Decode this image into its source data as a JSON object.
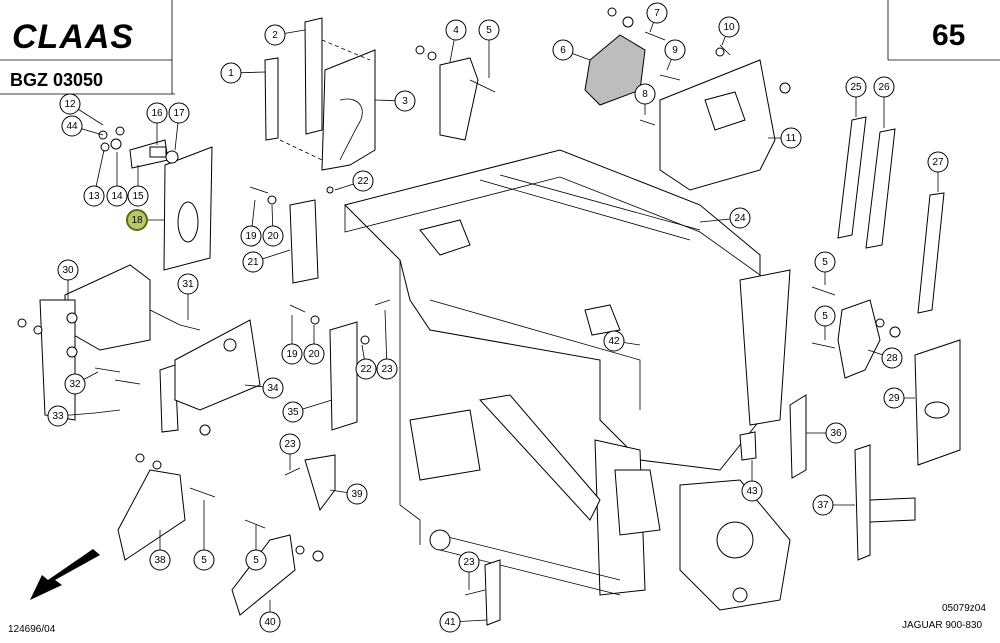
{
  "header": {
    "brand": "CLAAS",
    "group_code": "BGZ 03050",
    "page_number": "65"
  },
  "footer": {
    "left_code": "124696/04",
    "right_code": "05079z04",
    "model": "JAGUAR 900-830"
  },
  "callouts": [
    "1",
    "2",
    "3",
    "4",
    "5",
    "6",
    "7",
    "8",
    "9",
    "10",
    "11",
    "12",
    "13",
    "14",
    "15",
    "16",
    "17",
    "18",
    "19",
    "20",
    "21",
    "22",
    "23",
    "24",
    "25",
    "26",
    "27",
    "28",
    "29",
    "30",
    "31",
    "32",
    "33",
    "34",
    "35",
    "36",
    "37",
    "38",
    "39",
    "40",
    "41",
    "42",
    "43",
    "44"
  ],
  "highlighted_callout": "18",
  "colors": {
    "highlight": "#b7c96a",
    "ink": "#000000"
  },
  "icons": {
    "direction": "arrow-down-left-icon"
  }
}
